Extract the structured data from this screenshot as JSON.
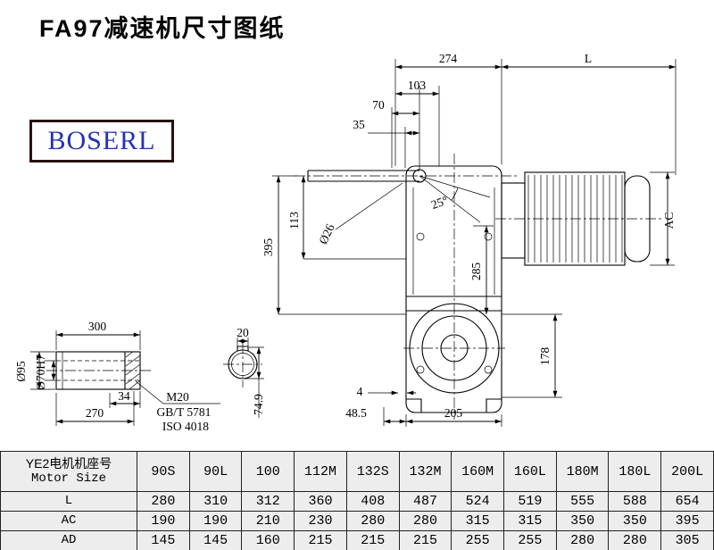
{
  "page": {
    "title": "FA97减速机尺寸图纸",
    "logo_text": "BOSERL"
  },
  "drawing": {
    "labels": {
      "d274": "274",
      "dL": "L",
      "d103": "103",
      "d70": "70",
      "d35": "35",
      "a25": "25°",
      "d26": "Ø26",
      "d395": "395",
      "d113": "113",
      "d285": "285",
      "ac": "AC",
      "d178": "178",
      "d4": "4",
      "d48_5": "48.5",
      "d205": "205",
      "d300": "300",
      "d20": "20",
      "d95": "Ø95",
      "d70h7": "Ø70H7",
      "d34": "34",
      "d270": "270",
      "m20": "M20",
      "gbt": "GB/T 5781",
      "iso": "ISO 4018",
      "d74_9": "74.9"
    }
  },
  "table": {
    "header": {
      "motor_cn": "YE2电机机座号",
      "motor_en": "Motor Size",
      "sizes": [
        "90S",
        "90L",
        "100",
        "112M",
        "132S",
        "132M",
        "160M",
        "160L",
        "180M",
        "180L",
        "200L"
      ]
    },
    "rows": [
      {
        "label": "L",
        "values": [
          "280",
          "310",
          "312",
          "360",
          "408",
          "487",
          "524",
          "519",
          "555",
          "588",
          "654"
        ]
      },
      {
        "label": "AC",
        "values": [
          "190",
          "190",
          "210",
          "230",
          "280",
          "280",
          "315",
          "315",
          "350",
          "350",
          "395"
        ]
      },
      {
        "label": "AD",
        "values": [
          "145",
          "145",
          "160",
          "215",
          "215",
          "215",
          "255",
          "255",
          "280",
          "280",
          "305"
        ]
      }
    ]
  }
}
